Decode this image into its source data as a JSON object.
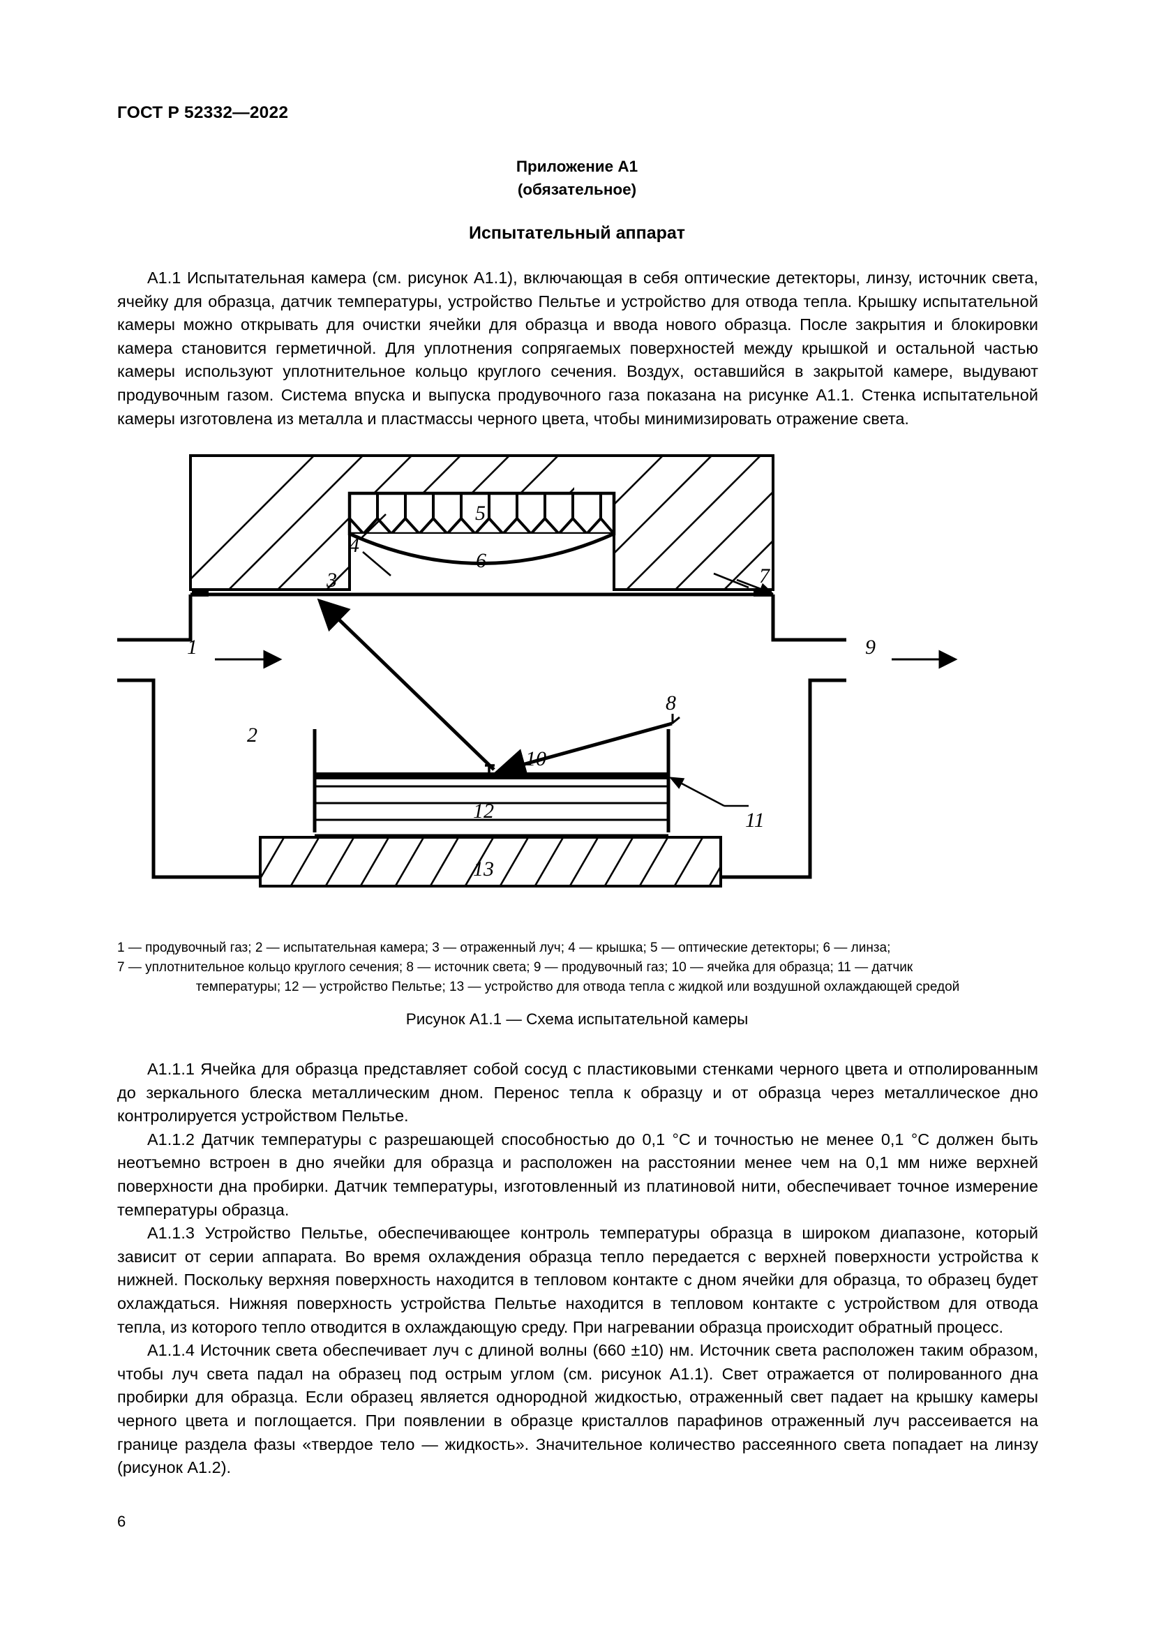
{
  "document": {
    "standard_header": "ГОСТ Р 52332—2022",
    "page_number": "6"
  },
  "annex": {
    "title_line1": "Приложение А1",
    "title_line2": "(обязательное)",
    "section_title": "Испытательный аппарат"
  },
  "paragraphs_top": [
    "А1.1  Испытательная камера (см. рисунок А1.1), включающая в себя оптические детекторы, линзу, источник света, ячейку для образца, датчик температуры, устройство Пельтье и устройство для отвода тепла. Крышку испытательной камеры можно открывать для очистки ячейки для образца и ввода нового образца. После закрытия и блокировки камера становится герметичной. Для уплотнения сопрягаемых поверхностей между крышкой и остальной частью камеры используют уплотнительное кольцо круглого сечения. Воздух, оставшийся в закрытой камере, выдувают продувочным газом. Система впуска и выпуска продувочного газа показана на рисунке А1.1. Стенка испытательной камеры изготовлена из металла и пластмассы черного цвета, чтобы минимизировать отражение света."
  ],
  "paragraphs_bottom": [
    "А1.1.1  Ячейка для образца представляет собой сосуд с пластиковыми стенками черного цвета и отполированным до зеркального блеска металлическим дном. Перенос тепла к образцу и от образца через металлическое дно контролируется устройством Пельтье.",
    "А1.1.2  Датчик температуры с разрешающей способностью до 0,1 °С и точностью не менее 0,1 °С должен быть неотъемно встроен в дно ячейки для образца и расположен на расстоянии менее чем на 0,1 мм ниже верхней поверхности дна пробирки. Датчик температуры, изготовленный из платиновой нити, обеспечивает точное измерение температуры образца.",
    "А1.1.3  Устройство Пельтье, обеспечивающее контроль температуры образца в широком диапазоне, который зависит от серии аппарата. Во время охлаждения образца тепло передается с верхней поверхности устройства к нижней. Поскольку верхняя поверхность находится в тепловом контакте с дном ячейки для образца, то образец будет охлаждаться. Нижняя поверхность устройства Пельтье находится в тепловом контакте с устройством для отвода тепла, из которого тепло отводится в охлаждающую среду. При нагревании образца происходит обратный процесс.",
    "А1.1.4  Источник света обеспечивает луч с длиной волны (660 ±10) нм. Источник света расположен таким образом, чтобы луч света падал на образец под острым углом (см. рисунок А1.1). Свет отражается от полированного дна пробирки для образца. Если образец является однородной жидкостью, отраженный свет падает на крышку камеры черного цвета и поглощается. При появлении в образце кристаллов парафинов отраженный луч рассеивается на границе раздела фазы «твердое тело — жидкость». Значительное количество рассеянного света попадает на линзу (рисунок А1.2)."
  ],
  "figure": {
    "caption": "Рисунок А1.1 — Схема испытательной камеры",
    "legend_line1": "1 — продувочный газ; 2 — испытательная камера; 3 — отраженный луч; 4 — крышка; 5 — оптические детекторы; 6 — линза;",
    "legend_line2": "7 — уплотнительное кольцо круглого сечения; 8 — источник света; 9 — продувочный газ; 10 — ячейка для образца; 11 — датчик",
    "legend_line3": "температуры; 12 — устройство Пельтье; 13 — устройство для отвода тепла с жидкой или воздушной охлаждающей средой",
    "callouts": {
      "c1": "1",
      "c2": "2",
      "c3": "3",
      "c4": "4",
      "c5": "5",
      "c6": "6",
      "c7": "7",
      "c8": "8",
      "c9": "9",
      "c10": "10",
      "c11": "11",
      "c12": "12",
      "c13": "13"
    }
  },
  "colors": {
    "ink": "#000000",
    "paper": "#ffffff"
  }
}
